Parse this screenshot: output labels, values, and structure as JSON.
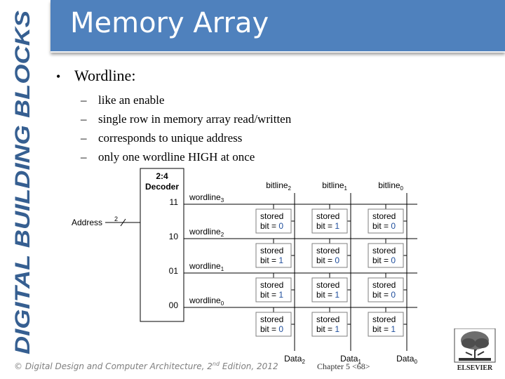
{
  "sidebar": {
    "title": "DIGITAL BUILDING BLOCKS"
  },
  "header": {
    "title": "Memory Array"
  },
  "content": {
    "bullet": "Wordline:",
    "subitems": [
      "like an enable",
      "single row in memory array read/written",
      "corresponds to unique address",
      "only one wordline HIGH at once"
    ]
  },
  "diagram": {
    "decoder_title": "2:4",
    "decoder_subtitle": "Decoder",
    "address_label": "Address",
    "address_width": "2",
    "decoder_outputs": [
      "11",
      "10",
      "01",
      "00"
    ],
    "wordline_base": "wordline",
    "wordline_subs": [
      "3",
      "2",
      "1",
      "0"
    ],
    "bitline_base": "bitline",
    "bitline_subs": [
      "2",
      "1",
      "0"
    ],
    "data_base": "Data",
    "data_subs": [
      "2",
      "1",
      "0"
    ],
    "cell_text": "stored",
    "bit_prefix": "bit = ",
    "cells": [
      [
        "0",
        "1",
        "0"
      ],
      [
        "1",
        "0",
        "0"
      ],
      [
        "1",
        "1",
        "0"
      ],
      [
        "0",
        "1",
        "1"
      ]
    ],
    "colors": {
      "bit_value": "#1f4e9c",
      "lines": "#000000",
      "cell_border": "#7f7f7f"
    }
  },
  "footer": {
    "copyright_prefix": "© Digital Design and Computer Architecture, 2",
    "copyright_sup": "nd",
    "copyright_suffix": " Edition, 2012",
    "chapter": "Chapter 5 <68>"
  },
  "logo": {
    "text": "ELSEVIER"
  },
  "colors": {
    "title_bar": "#4f81bd",
    "sidebar_text": "#365f91"
  }
}
